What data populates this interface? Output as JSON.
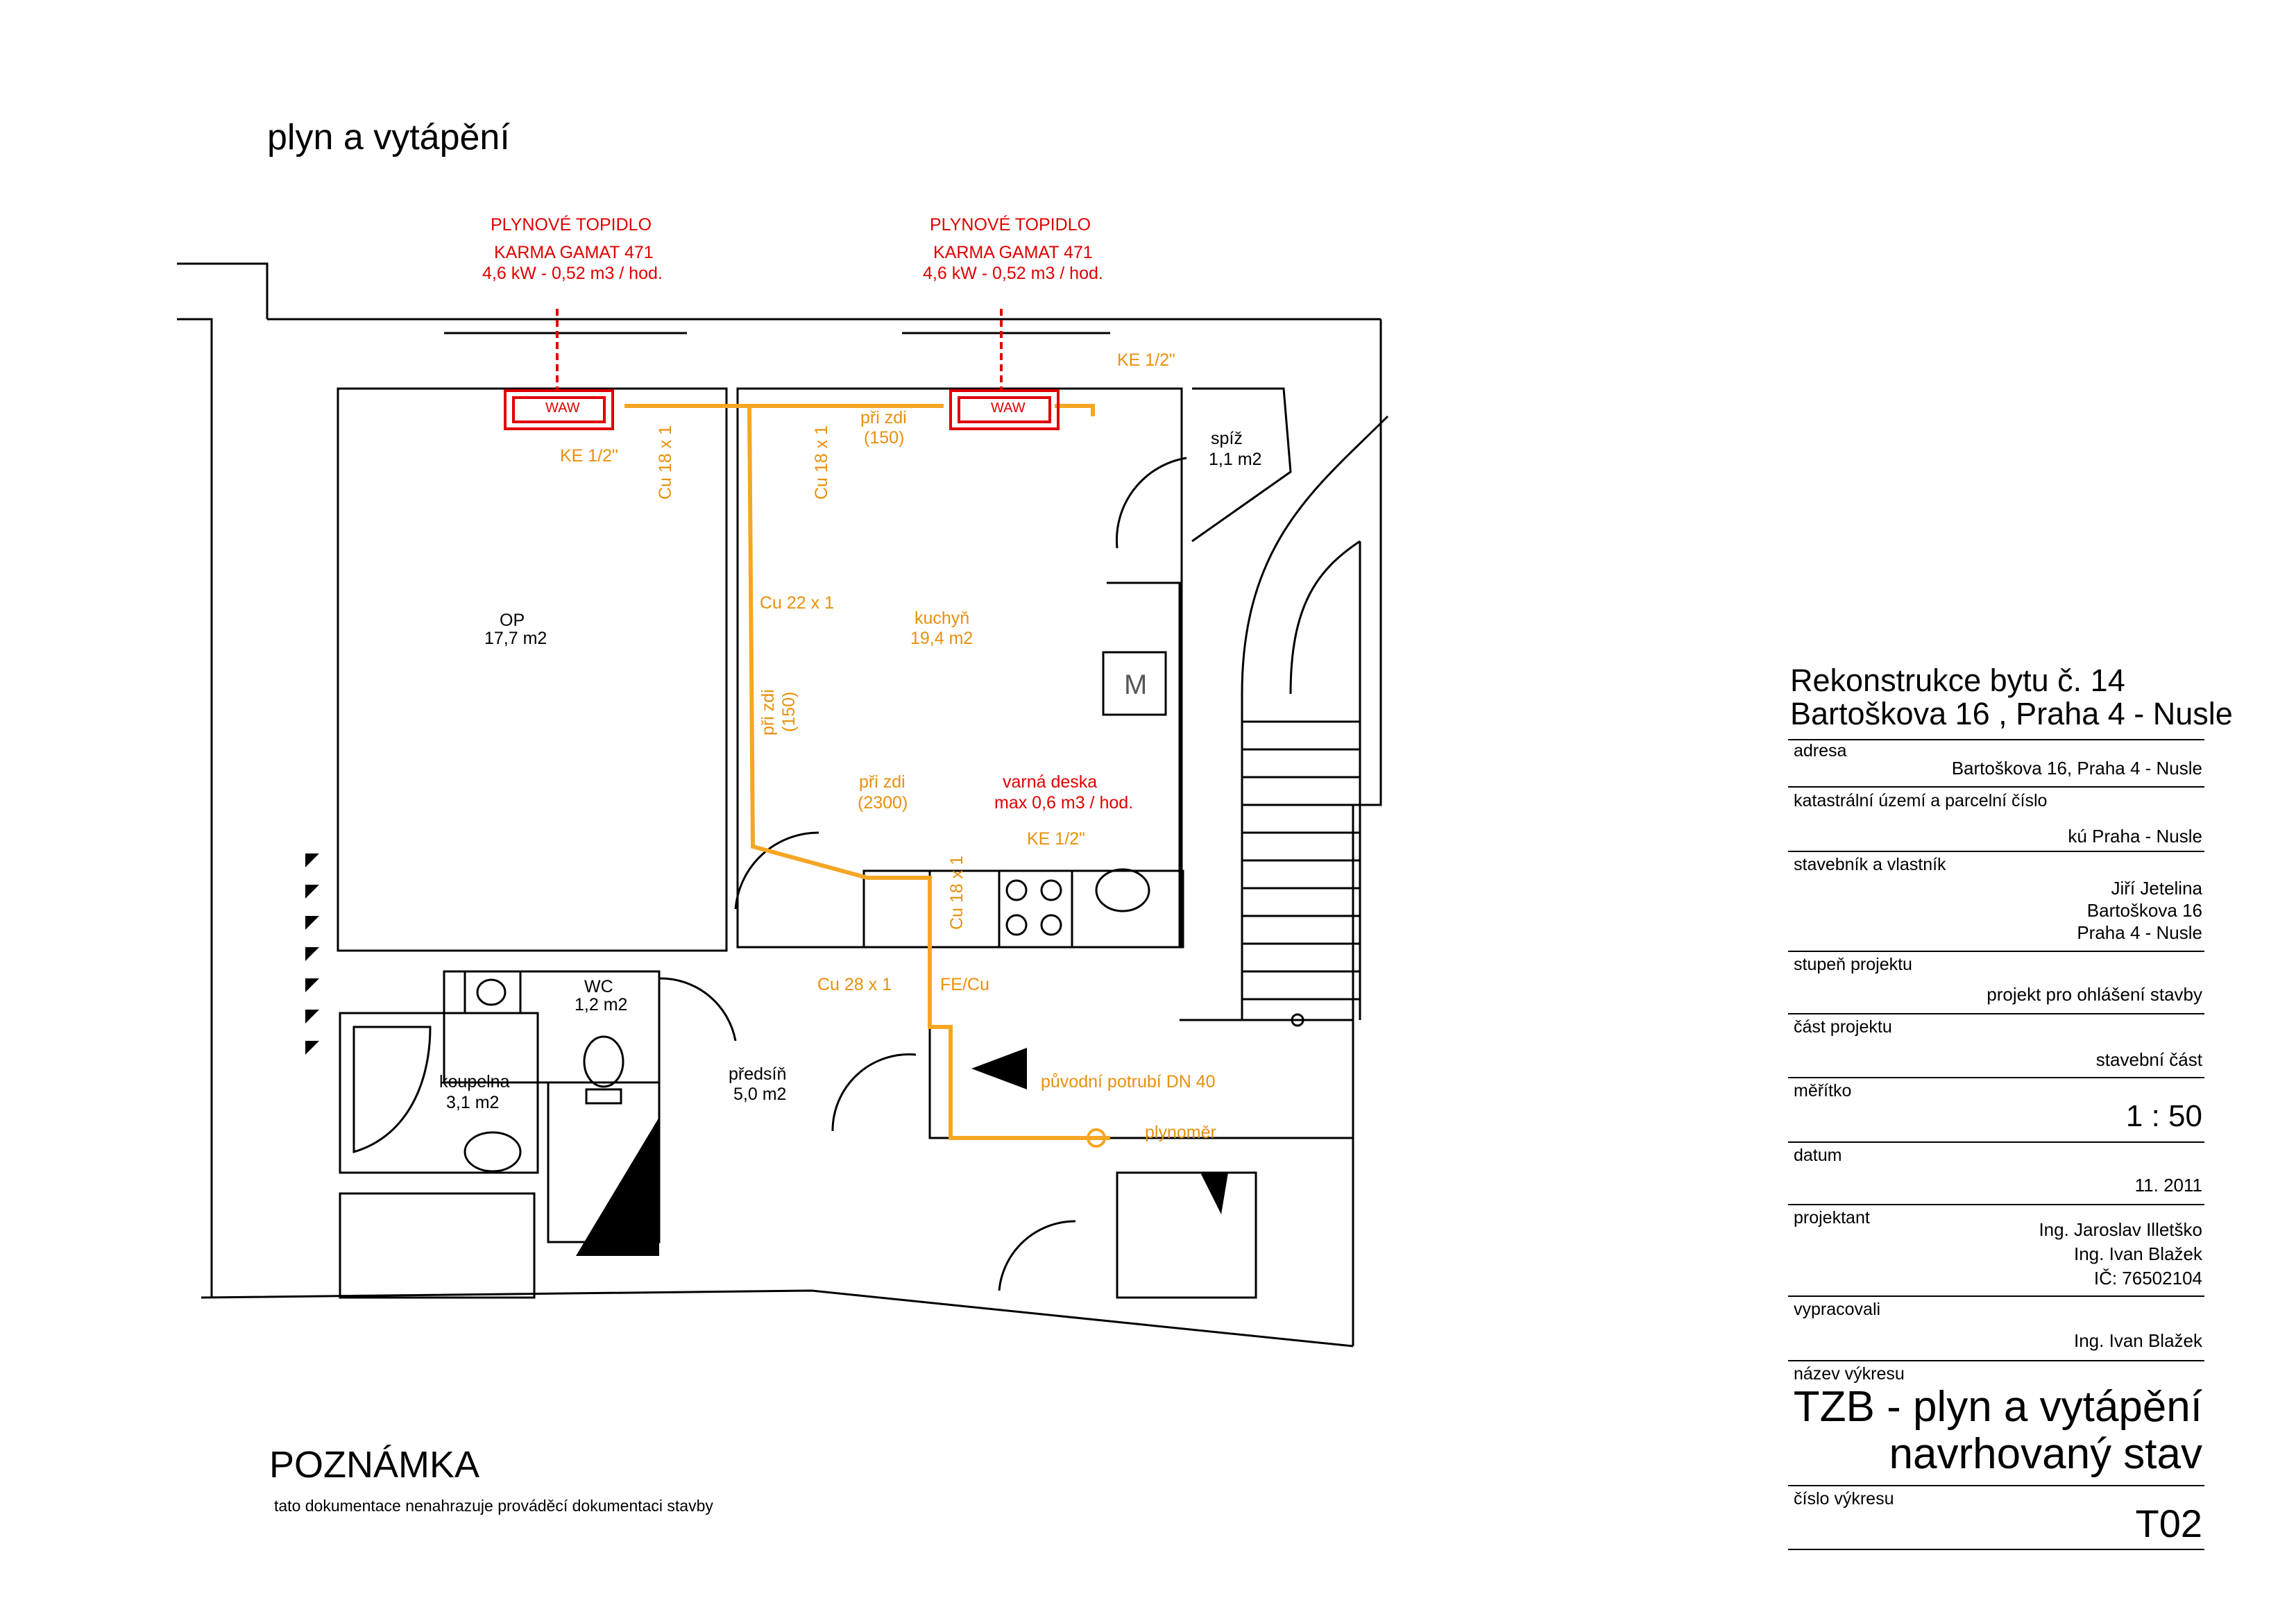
{
  "page_title": "plyn a vytápění",
  "heaters": [
    {
      "title": "PLYNOVÉ TOPIDLO",
      "model": "KARMA GAMAT 471",
      "spec": "4,6 kW - 0,52 m3 / hod.",
      "label": "WAW"
    },
    {
      "title": "PLYNOVÉ TOPIDLO",
      "model": "KARMA GAMAT 471",
      "spec": "4,6 kW - 0,52 m3 / hod.",
      "label": "WAW"
    }
  ],
  "pipe_labels": {
    "ke_left": "KE 1/2\"",
    "ke_right": "KE 1/2\"",
    "ke_kitchen": "KE 1/2\"",
    "cu18_a": "Cu 18 x 1",
    "cu18_b": "Cu 18 x 1",
    "cu18_c": "Cu 18 x 1",
    "cu22": "Cu 22 x 1",
    "cu28": "Cu 28 x 1",
    "fe_cu": "FE/Cu",
    "pri_zdi_top": "při zdi",
    "pri_zdi_top_len": "(150)",
    "pri_zdi_side": "při zdi",
    "pri_zdi_side_len": "(150)",
    "pri_zdi_bottom": "při zdi",
    "pri_zdi_bottom_len": "(2300)",
    "original_pipe": "původní potrubí DN 40",
    "gas_meter": "plynoměr"
  },
  "hob": {
    "name": "varná deska",
    "spec": "max 0,6 m3 / hod."
  },
  "rooms": [
    {
      "name": "OP",
      "area": "17,7 m2"
    },
    {
      "name": "kuchyň",
      "area": "19,4 m2"
    },
    {
      "name": "spíž",
      "area": "1,1 m2"
    },
    {
      "name": "WC",
      "area": "1,2 m2"
    },
    {
      "name": "koupelna",
      "area": "3,1 m2"
    },
    {
      "name": "předsíň",
      "area": "5,0 m2"
    }
  ],
  "microwave_label": "M",
  "note": {
    "title": "POZNÁMKA",
    "text": "tato dokumentace nenahrazuje prováděcí dokumentaci stavby"
  },
  "title_block": {
    "project_line1": "Rekonstrukce bytu č. 14",
    "project_line2": "Bartoškova 16 , Praha 4 - Nusle",
    "address_label": "adresa",
    "address_value": "Bartoškova 16, Praha 4 - Nusle",
    "cadastral_label": "katastrální území a parcelní číslo",
    "cadastral_value": "kú Praha - Nusle",
    "owner_label": "stavebník a vlastník",
    "owner_value": [
      "Jiří Jetelina",
      "Bartoškova 16",
      "Praha 4 - Nusle"
    ],
    "stage_label": "stupeň projektu",
    "stage_value": "projekt pro ohlášení stavby",
    "part_label": "část projektu",
    "part_value": "stavební část",
    "scale_label": "měřítko",
    "scale_value": "1 : 50",
    "date_label": "datum",
    "date_value": "11. 2011",
    "designer_label": "projektant",
    "designer_value": [
      "Ing. Jaroslav Illetško",
      "Ing. Ivan Blažek",
      "IČ: 76502104"
    ],
    "prepared_label": "vypracovali",
    "prepared_value": "Ing. Ivan Blažek",
    "drawing_name_label": "název výkresu",
    "drawing_name_value": [
      "TZB - plyn a vytápění",
      "navrhovaný stav"
    ],
    "drawing_number_label": "číslo výkresu",
    "drawing_number_value": "T02"
  },
  "colors": {
    "walls": "#000000",
    "gas_pipe": "#f5a623",
    "pipe_text": "#e8900c",
    "heater": "#e00000",
    "heater_text": "#e00000"
  }
}
